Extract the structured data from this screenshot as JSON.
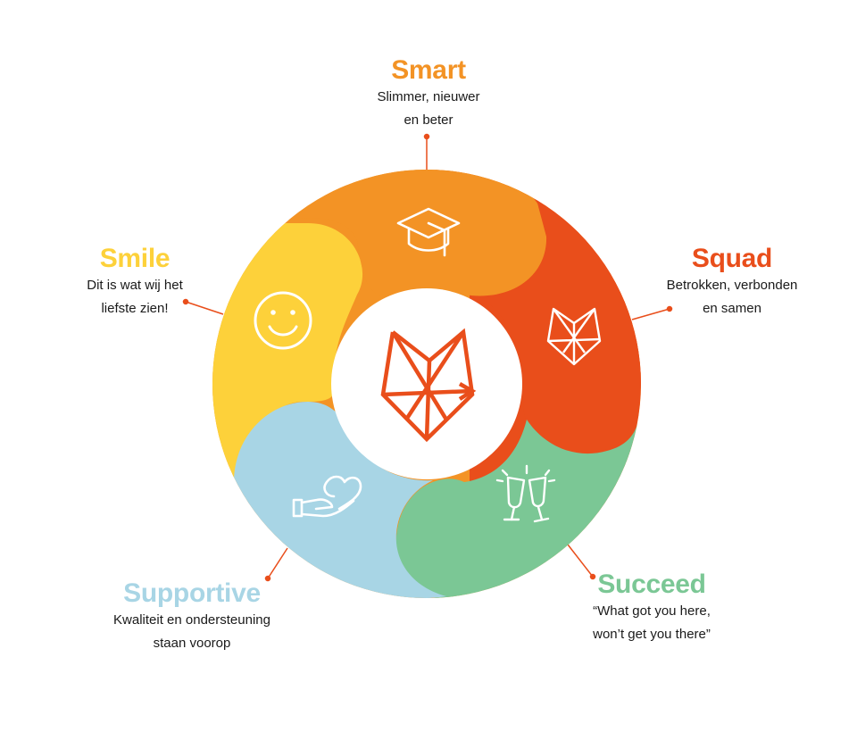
{
  "segments": [
    {
      "key": "smart",
      "title": "Smart",
      "desc_lines": [
        "Slimmer, nieuwer",
        "en beter"
      ],
      "color": "#F39325",
      "icon": "graduation-cap-icon"
    },
    {
      "key": "squad",
      "title": "Squad",
      "desc_lines": [
        "Betrokken, verbonden",
        "en samen"
      ],
      "color": "#E94E1B",
      "icon": "fox-head-icon"
    },
    {
      "key": "smile",
      "title": "Smile",
      "desc_lines": [
        "Dit is wat wij het",
        "liefste zien!"
      ],
      "color": "#FDD13A",
      "icon": "smiley-face-icon"
    },
    {
      "key": "supportive",
      "title": "Supportive",
      "desc_lines": [
        "Kwaliteit en ondersteuning",
        "staan voorop"
      ],
      "color": "#A8D5E5",
      "icon": "heart-hand-icon"
    },
    {
      "key": "succeed",
      "title": "Succeed",
      "desc_lines": [
        "“What got you here,",
        "won’t get you there”"
      ],
      "color": "#7BC795",
      "icon": "champagne-glasses-icon"
    }
  ],
  "center": {
    "icon": "fox-logo-icon",
    "color": "#E94E1B"
  },
  "connector_color": "#E94E1B",
  "title_colors": {
    "smart": "#F39325",
    "squad": "#E94E1B",
    "smile": "#FDD13A",
    "supportive": "#A8D5E5",
    "succeed": "#7BC795"
  }
}
